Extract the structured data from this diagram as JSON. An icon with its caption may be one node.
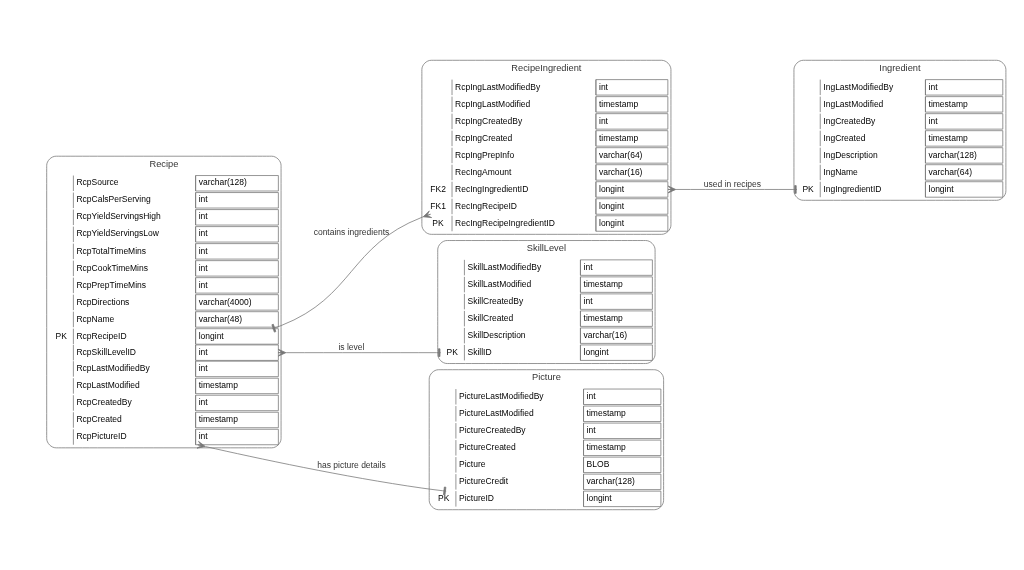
{
  "diagram": {
    "nodes": [
      {
        "text": [
          "Recipe"
        ]
      },
      {
        "text": [
          "PK",
          "RcpRecipeID",
          "longint"
        ],
        "in": 0
      },
      {
        "text": [
          "RcpName",
          "varchar(48)"
        ],
        "in": 0
      },
      {
        "text": [
          "RcpDirections",
          "varchar(4000)"
        ],
        "in": 0
      },
      {
        "text": [
          "RcpPrepTimeMins",
          "int"
        ],
        "in": 0
      },
      {
        "text": [
          "RcpCookTimeMins",
          "int"
        ],
        "in": 0
      },
      {
        "text": [
          "RcpTotalTimeMins",
          "int"
        ],
        "in": 0
      },
      {
        "text": [
          "RcpYieldServingsLow",
          "int"
        ],
        "in": 0
      },
      {
        "text": [
          "RcpYieldServingsHigh",
          "int"
        ],
        "in": 0
      },
      {
        "text": [
          "RcpCalsPerServing",
          "int"
        ],
        "in": 0
      },
      {
        "text": [
          "RcpSource",
          "varchar(128)"
        ],
        "in": 0
      },
      {
        "text": [
          "RcpSkillLevelID",
          "int"
        ],
        "in": 0
      },
      {
        "text": [
          "RcpPictureID",
          "int"
        ],
        "in": 0
      },
      {
        "text": [
          "RcpCreated",
          "timestamp"
        ],
        "in": 0
      },
      {
        "text": [
          "RcpCreatedBy",
          "int"
        ],
        "in": 0
      },
      {
        "text": [
          "RcpLastModified",
          "timestamp"
        ],
        "in": 0
      },
      {
        "text": [
          "RcpLastModifiedBy",
          "int"
        ],
        "in": 0
      },
      {
        "text": [
          "RecipeIngredient"
        ]
      },
      {
        "text": [
          "PK",
          "RecIngRecipeIngredientID",
          "longint"
        ],
        "in": 17
      },
      {
        "text": [
          "FK1",
          "RecIngRecipeID",
          "longint"
        ],
        "in": 17
      },
      {
        "text": [
          "FK2",
          "RecIngIngredientID",
          "longint"
        ],
        "in": 17
      },
      {
        "text": [
          "RecIngAmount",
          "varchar(16)"
        ],
        "in": 17
      },
      {
        "text": [
          "RcpIngPrepInfo",
          "varchar(64)"
        ],
        "in": 17
      },
      {
        "text": [
          "RcpIngCreated",
          "timestamp"
        ],
        "in": 17
      },
      {
        "text": [
          "RcpIngCreatedBy",
          "int"
        ],
        "in": 17
      },
      {
        "text": [
          "RcpIngLastModified",
          "timestamp"
        ],
        "in": 17
      },
      {
        "text": [
          "RcpIngLastModifiedBy",
          "int"
        ],
        "in": 17
      },
      {
        "text": [
          "Ingredient"
        ]
      },
      {
        "text": [
          "PK",
          "IngIngredientID",
          "longint"
        ],
        "in": 27
      },
      {
        "text": [
          "IngName",
          "varchar(64)"
        ],
        "in": 27
      },
      {
        "text": [
          "IngDescription",
          "varchar(128)"
        ],
        "in": 27
      },
      {
        "text": [
          "IngCreated",
          "timestamp"
        ],
        "in": 27
      },
      {
        "text": [
          "IngCreatedBy",
          "int"
        ],
        "in": 27
      },
      {
        "text": [
          "IngLastModified",
          "timestamp"
        ],
        "in": 27
      },
      {
        "text": [
          "IngLastModifiedBy",
          "int"
        ],
        "in": 27
      },
      {
        "text": [
          "SkillLevel"
        ]
      },
      {
        "text": [
          "PK",
          "SkillID",
          "longint"
        ],
        "in": 35
      },
      {
        "text": [
          "SkillDescription",
          "varchar(16)"
        ],
        "in": 35
      },
      {
        "text": [
          "SkillCreated",
          "timestamp"
        ],
        "in": 35
      },
      {
        "text": [
          "SkillCreatedBy",
          "int"
        ],
        "in": 35
      },
      {
        "text": [
          "SkillLastModified",
          "timestamp"
        ],
        "in": 35
      },
      {
        "text": [
          "SkillLastModifiedBy",
          "int"
        ],
        "in": 35
      },
      {
        "text": [
          "Picture"
        ]
      },
      {
        "text": [
          "PK",
          "PictureID",
          "longint"
        ],
        "in": 42
      },
      {
        "text": [
          "PictureCredit",
          "varchar(128)"
        ],
        "in": 42
      },
      {
        "text": [
          "Picture",
          "BLOB"
        ],
        "in": 42
      },
      {
        "text": [
          "PictureCreated",
          "timestamp"
        ],
        "in": 42
      },
      {
        "text": [
          "PictureCreatedBy",
          "int"
        ],
        "in": 42
      },
      {
        "text": [
          "PictureLastModified",
          "timestamp"
        ],
        "in": 42
      },
      {
        "text": [
          "PictureLastModifiedBy",
          "int"
        ],
        "in": 42
      }
    ],
    "edges": [
      {
        "from": 1,
        "to": 19,
        "arrow": "other",
        "label": "contains ingredients"
      },
      {
        "from": 20,
        "to": 28,
        "arrow": "other",
        "label": "used in recipes"
      },
      {
        "from": 11,
        "to": 36,
        "arrow": "other",
        "label": "is level"
      },
      {
        "from": 12,
        "to": 43,
        "arrow": "other",
        "label": "has picture details"
      }
    ]
  }
}
